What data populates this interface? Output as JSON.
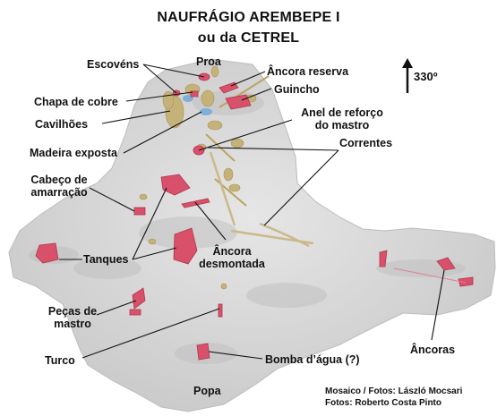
{
  "title": {
    "line1": "NAUFRÁGIO AREMBEPE I",
    "line2": "ou da CETREL"
  },
  "north_arrow": {
    "icon": "north-arrow-icon",
    "bearing": "330º"
  },
  "labels": {
    "proa": "Proa",
    "escovens": "Escovéns",
    "ancora_reserva": "Âncora reserva",
    "chapa_de_cobre": "Chapa de cobre",
    "guincho": "Guincho",
    "cavilhoes": "Cavilhões",
    "anel_line1": "Anel de reforço",
    "anel_line2": "do mastro",
    "madeira_exposta": "Madeira exposta",
    "correntes": "Correntes",
    "cabeco_line1": "Cabeço de",
    "cabeco_line2": "amarração",
    "tanques": "Tanques",
    "ancora_desm_line1": "Âncora",
    "ancora_desm_line2": "desmontada",
    "pecas_line1": "Peças de",
    "pecas_line2": "mastro",
    "turco": "Turco",
    "bomba": "Bomba d’água (?)",
    "popa": "Popa",
    "ancoras": "Âncoras"
  },
  "credits": {
    "line1": "Mosaico / Fotos: László Mocsari",
    "line2": "Fotos: Roberto Costa Pinto"
  },
  "colors": {
    "metal_red": "#d9506a",
    "wood": "#c4b278",
    "exposed_wood_blue": "#7fb0d8",
    "seabed": "#d6d6d6"
  }
}
